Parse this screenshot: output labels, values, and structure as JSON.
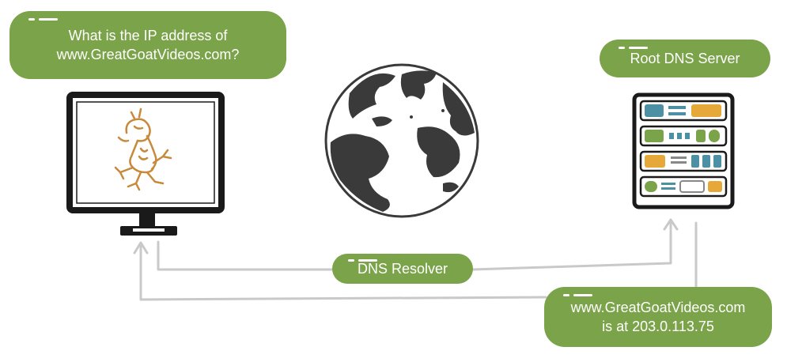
{
  "question": {
    "line1": "What is the IP address of",
    "line2": "www.GreatGoatVideos.com?"
  },
  "root_server": {
    "label": "Root DNS Server"
  },
  "resolver": {
    "label": "DNS Resolver"
  },
  "answer": {
    "line1": "www.GreatGoatVideos.com",
    "line2": "is at 203.0.113.75"
  },
  "icons": {
    "computer": "computer-monitor-icon",
    "goat": "goat-icon",
    "globe": "globe-icon",
    "server": "server-rack-icon"
  },
  "colors": {
    "accent": "#7ba349",
    "arrow": "#c9c9c9",
    "outline": "#1a1a1a",
    "goat": "#c8893a",
    "server_blue": "#4d8fa3",
    "server_orange": "#e7a83a",
    "server_green": "#7ba349"
  }
}
